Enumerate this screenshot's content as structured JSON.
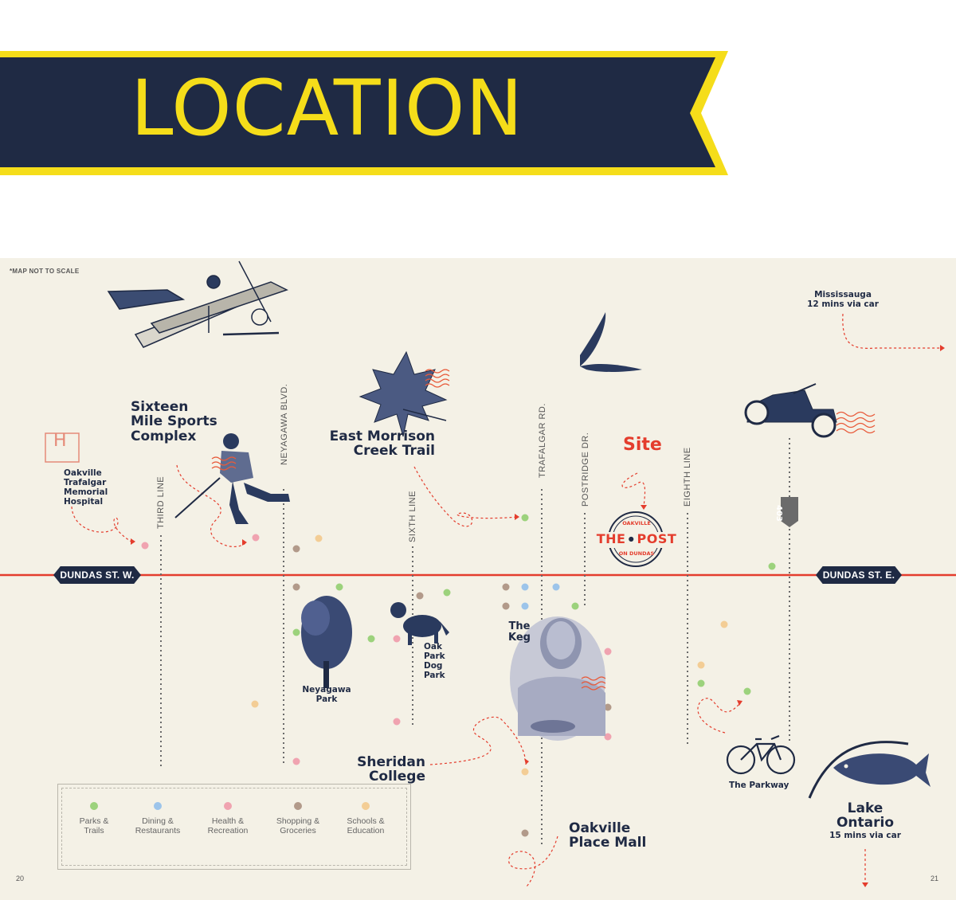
{
  "header": {
    "title": "LOCATION"
  },
  "map": {
    "scale_note": "*MAP NOT TO SCALE",
    "roads": {
      "main_west": "DUNDAS ST. W.",
      "main_east": "DUNDAS ST. E.",
      "third_line": "THIRD LINE",
      "neyagawa": "NEYAGAWA BLVD.",
      "sixth_line": "SIXTH LINE",
      "trafalgar": "TRAFALGAR RD.",
      "postridge": "POSTRIDGE DR.",
      "eighth_line": "EIGHTH LINE",
      "highway": "403"
    },
    "places": {
      "hospital_icon": "H",
      "hospital": [
        "Oakville",
        "Trafalgar",
        "Memorial",
        "Hospital"
      ],
      "sports": [
        "Sixteen",
        "Mile Sports",
        "Complex"
      ],
      "trail": [
        "East Morrison",
        "Creek Trail"
      ],
      "site": "Site",
      "neyagawa_park": [
        "Neyagawa",
        "Park"
      ],
      "dog_park": [
        "Oak",
        "Park",
        "Dog",
        "Park"
      ],
      "keg": [
        "The",
        "Keg"
      ],
      "sheridan": [
        "Sheridan",
        "College"
      ],
      "mall": [
        "Oakville",
        "Place Mall"
      ],
      "parkway": "The Parkway",
      "lake": [
        "Lake",
        "Ontario"
      ],
      "lake_time": "15 mins via car",
      "mississauga": "Mississauga",
      "mississauga_time": "12 mins via car"
    },
    "site_logo": {
      "top": "OAKVILLE",
      "main_left": "THE",
      "main_right": "POST",
      "bottom": "ON DUNDAS"
    }
  },
  "legend": [
    {
      "label": [
        "Parks &",
        "Trails"
      ],
      "color": "#9cd27c"
    },
    {
      "label": [
        "Dining &",
        "Restaurants"
      ],
      "color": "#9cc4ea"
    },
    {
      "label": [
        "Health &",
        "Recreation"
      ],
      "color": "#f0a3b0"
    },
    {
      "label": [
        "Shopping &",
        "Groceries"
      ],
      "color": "#b29a8a"
    },
    {
      "label": [
        "Schools &",
        "Education"
      ],
      "color": "#f3cd95"
    }
  ],
  "page_numbers": {
    "left": "20",
    "right": "21"
  },
  "colors": {
    "navy": "#1f2a44",
    "yellow": "#f5dd1a",
    "red": "#e43d2d",
    "paper": "#f4f1e6"
  },
  "icons": [
    "airplane-icon",
    "hockey-player-icon",
    "maple-leaf-icon",
    "swallow-icon",
    "vintage-car-icon",
    "tree-icon",
    "dog-icon",
    "woman-photo-icon",
    "bicycle-icon",
    "fish-icon",
    "hospital-icon"
  ]
}
